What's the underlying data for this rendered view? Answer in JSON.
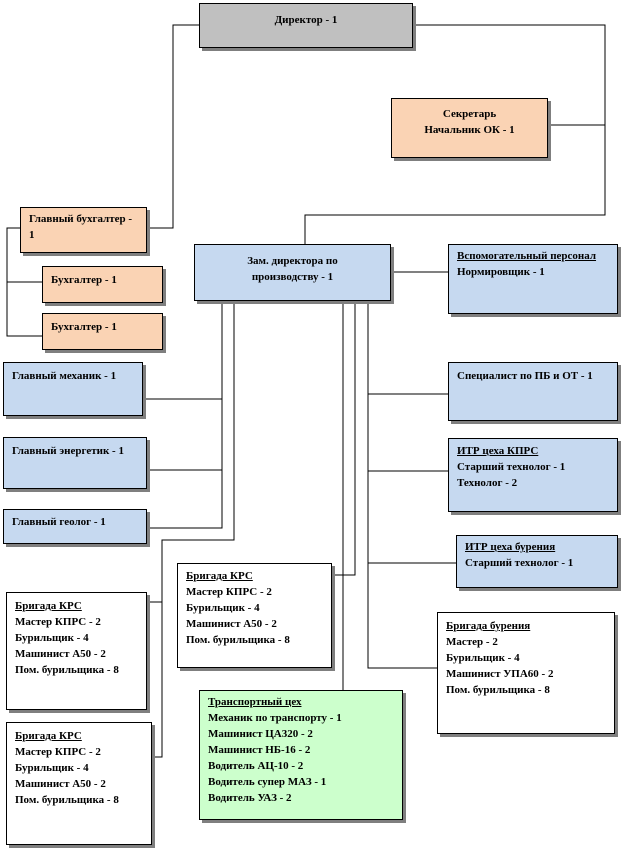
{
  "director": {
    "title": "Директор  - 1"
  },
  "secretary": {
    "line1": "Секретарь",
    "line2": "Начальник  ОК - 1"
  },
  "chief_accountant": {
    "text": "Главный бухгалтер  - 1"
  },
  "accountant_1": {
    "text": "Бухгалтер  - 1"
  },
  "accountant_2": {
    "text": "Бухгалтер  - 1"
  },
  "deputy_director": {
    "text": "Зам. директора  по производству  - 1"
  },
  "auxiliary_staff": {
    "header": "Вспомогательный персонал",
    "line": "Нормировщик - 1"
  },
  "chief_mechanic": {
    "text": "Главный  механик  - 1"
  },
  "chief_energetic": {
    "text": "Главный  энергетик - 1"
  },
  "chief_geologist": {
    "text": "Главный  геолог - 1"
  },
  "safety_specialist": {
    "text": "Специалист  по ПБ и ОТ - 1"
  },
  "itr_krs": {
    "header": "ИТР  цеха КПРС",
    "lines": [
      "Старший технолог  - 1",
      "Технолог  - 2"
    ]
  },
  "itr_drilling": {
    "header": "ИТР  цеха бурения",
    "lines": [
      "Старший технолог  - 1"
    ]
  },
  "brigade_krs_1": {
    "header": "Бригада  КРС",
    "lines": [
      "Мастер КПРС  - 2",
      "Бурильщик - 4",
      "Машинист  А50 - 2",
      "Пом. бурильщика - 8"
    ]
  },
  "brigade_krs_2": {
    "header": "Бригада  КРС",
    "lines": [
      "Мастер КПРС  - 2",
      "Бурильщик - 4",
      "Машинист  А50 - 2",
      "Пом. бурильщика - 8"
    ]
  },
  "brigade_krs_3": {
    "header": "Бригада  КРС",
    "lines": [
      "Мастер КПРС  - 2",
      "Бурильщик - 4",
      "Машинист  А50 - 2",
      "Пом. бурильщика - 8"
    ]
  },
  "brigade_drilling": {
    "header": "Бригада  бурения",
    "lines": [
      "Мастер - 2",
      "Бурильщик - 4",
      "Машинист  УПА60  - 2",
      "Пом. бурильщика - 8"
    ]
  },
  "transport": {
    "header": "Транспортный  цех",
    "lines": [
      "Механик по транспорту - 1",
      "Машинист  ЦА320  - 2",
      "Машинист  НБ-16  - 2",
      "Водитель  АЦ-10  - 2",
      "Водитель  супер МАЗ - 1",
      "Водитель  УАЗ - 2"
    ]
  },
  "colors": {
    "director": "#c0c0c0",
    "admin": "#fad3b4",
    "engineering": "#c6d9f0",
    "transport": "#ccffcc",
    "brigade": "#ffffff"
  }
}
